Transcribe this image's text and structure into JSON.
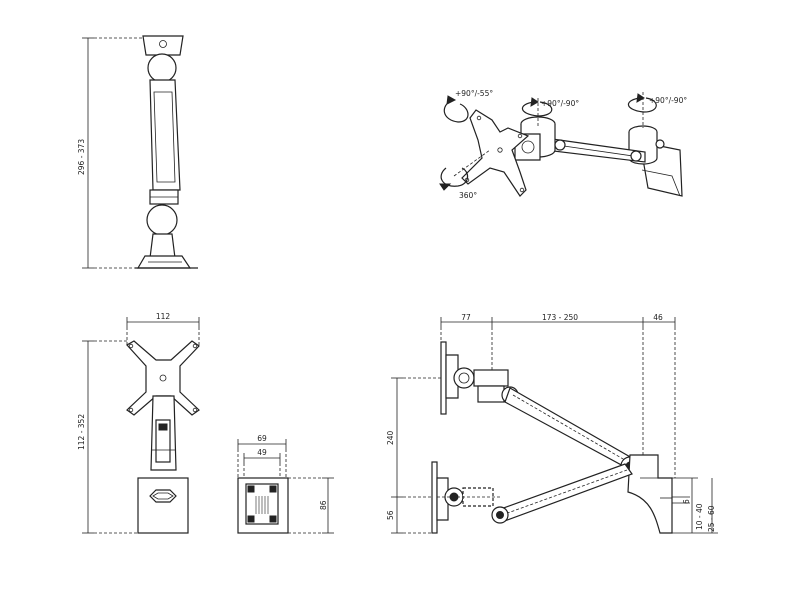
{
  "dimensions": {
    "side_height": "296 - 373",
    "front_width": "112",
    "front_height": "112 - 352",
    "base_outer_width": "69",
    "base_inner_width": "49",
    "base_height": "86",
    "arm_offset_left": "77",
    "arm_reach": "173 - 250",
    "arm_offset_right": "46",
    "arm_height_upper": "240",
    "arm_height_lower": "56",
    "clamp_gap": "6",
    "clamp_range_inner": "10 - 40",
    "clamp_range_outer": "25 - 60"
  },
  "rotations": {
    "tilt": "+90°/-55°",
    "head_swivel": "+90°/-90°",
    "arm_swivel": "+90°/-90°",
    "rotation": "360°"
  }
}
